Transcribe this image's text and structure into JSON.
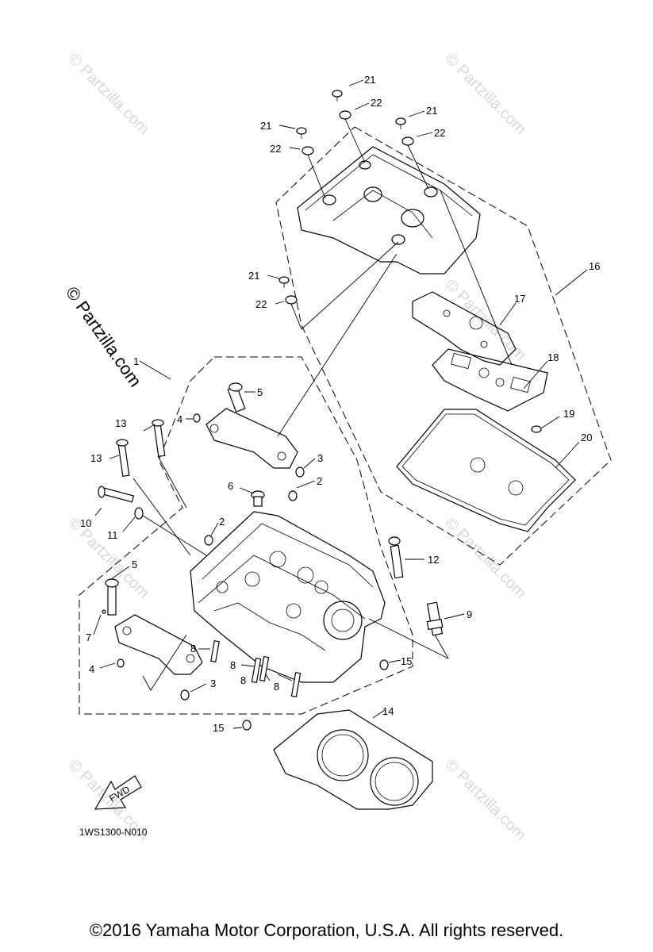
{
  "watermark": "© Partzilla.com",
  "diagram_code": "1WS1300-N010",
  "fwd_label": "FWD",
  "copyright": "©2016  Yamaha Motor Corporation, U.S.A. All rights reserved.",
  "callouts": {
    "c1": "1",
    "c2": "2",
    "c3": "3",
    "c4": "4",
    "c5": "5",
    "c6": "6",
    "c7": "7",
    "c8": "8",
    "c9": "9",
    "c10": "10",
    "c11": "11",
    "c12": "12",
    "c13": "13",
    "c14": "14",
    "c15": "15",
    "c16": "16",
    "c17": "17",
    "c18": "18",
    "c19": "19",
    "c20": "20",
    "c21": "21",
    "c22": "22"
  }
}
